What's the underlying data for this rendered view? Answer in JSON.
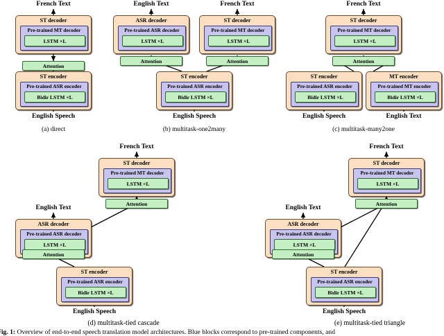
{
  "figure": {
    "caption_label": "Fig. 1:",
    "caption_text": "Overview of end-to-end speech translation model architectures. Blue blocks correspond to pre-trained components, and"
  },
  "labels": {
    "french_text": "French Text",
    "english_text": "English Text",
    "english_speech": "English Speech",
    "st_decoder": "ST decoder",
    "asr_decoder": "ASR decoder",
    "st_encoder": "ST encoder",
    "mt_encoder": "MT encoder",
    "pretrained_mt_decoder": "Pre-trained MT decoder",
    "pretrained_asr_decoder": "Pre-trained ASR decoder",
    "pretrained_asr_encoder": "Pre-trained ASR encoder",
    "pretrained_mt_encoder": "Pre-trained MT encoder",
    "lstm": "LSTM ×L",
    "bidir_lstm": "Bidir LSTM ×L",
    "attention": "Attention"
  },
  "colors": {
    "outer_block": "#fadfc0",
    "pretrained_block": "#c7c5ef",
    "layer_block": "#c3efc3"
  },
  "panels": [
    {
      "id": "a",
      "subcaption": "(a) direct"
    },
    {
      "id": "b",
      "subcaption": "(b) multitask-one2many"
    },
    {
      "id": "c",
      "subcaption": "(c) multitask-many2one"
    },
    {
      "id": "d",
      "subcaption": "(d) multitask-tied cascade"
    },
    {
      "id": "e",
      "subcaption": "(e) multitask-tied triangle"
    }
  ]
}
